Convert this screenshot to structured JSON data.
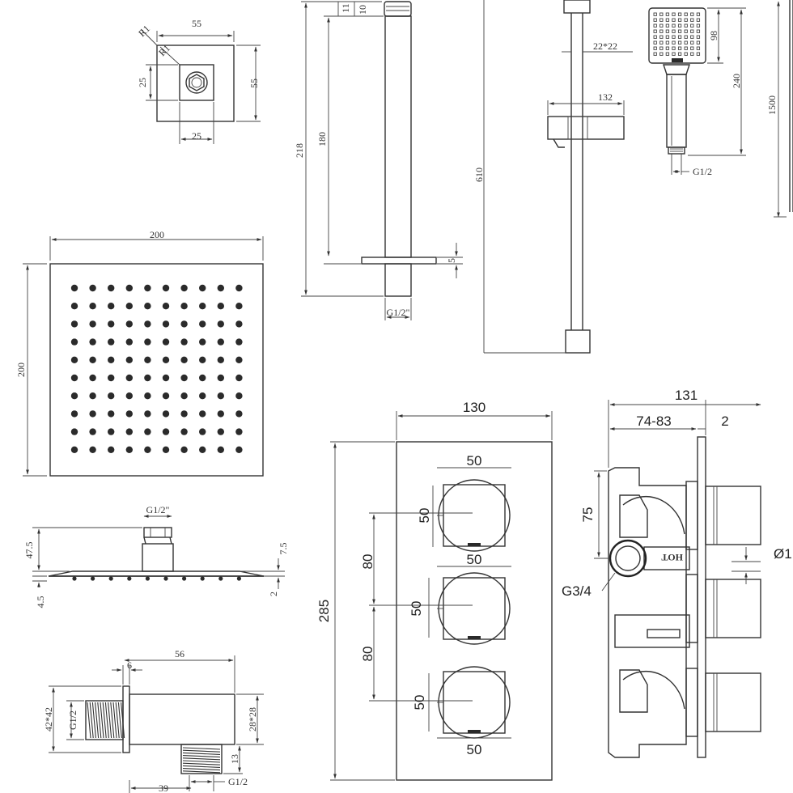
{
  "colors": {
    "line": "#333333",
    "background": "#ffffff"
  },
  "arm_plate": {
    "w": "55",
    "h": "55",
    "inner": "25",
    "inner_w": "25",
    "r1a": "R1",
    "r1b": "R1"
  },
  "ceiling_arm": {
    "h_total": "218",
    "h_tube": "180",
    "top_a": "11",
    "top_b": "10",
    "flange": "5",
    "thread": "G1/2\""
  },
  "riser": {
    "h": "610",
    "bracket_w": "132",
    "rail": "22*22"
  },
  "hand_shower": {
    "head": "98",
    "h": "240",
    "thread": "G1/2"
  },
  "hose": {
    "len": "1500"
  },
  "head_top": {
    "w": "200",
    "h": "200"
  },
  "head_side": {
    "thread": "G1/2\"",
    "h_left": "47.5",
    "h_right": "7.5",
    "base_l": "4.5",
    "base_r": "2"
  },
  "elbow": {
    "w": "56",
    "t": "6",
    "h_l": "42*42",
    "thread_l": "G1/2",
    "h_r": "28*28",
    "h_b": "13",
    "thread_b": "G1/2",
    "bottom": "39"
  },
  "valve_front": {
    "w": "130",
    "h": "285",
    "k1_w": "50",
    "k1_h": "50",
    "gap1": "80",
    "k2_w": "50",
    "k2_h": "50",
    "gap2": "80",
    "k3_h": "50",
    "k3_w": "50"
  },
  "valve_side": {
    "w": "131",
    "depth": "74-83",
    "plate": "2",
    "h": "75",
    "inlet": "G3/4",
    "dia": "Ø1",
    "hot": "HOT"
  }
}
